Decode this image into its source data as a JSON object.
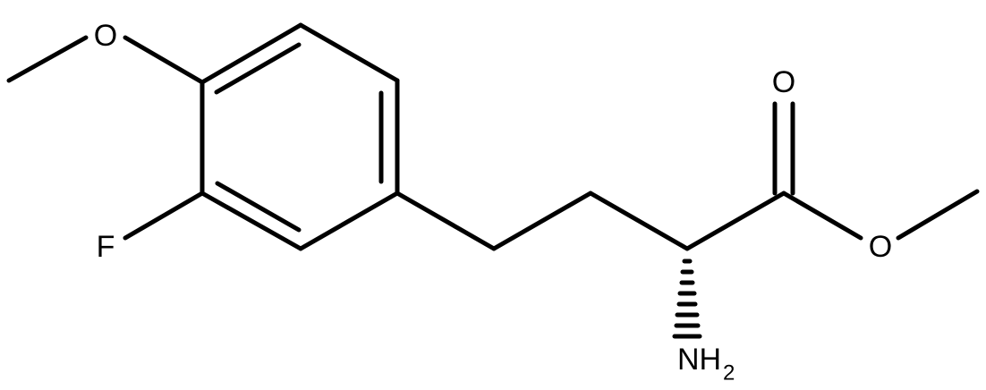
{
  "molecule": {
    "atoms": {
      "o_methoxy": "O",
      "fluorine": "F",
      "o_carbonyl": "O",
      "o_ester": "O",
      "amine": "NH",
      "amine_subscript": "2"
    }
  }
}
